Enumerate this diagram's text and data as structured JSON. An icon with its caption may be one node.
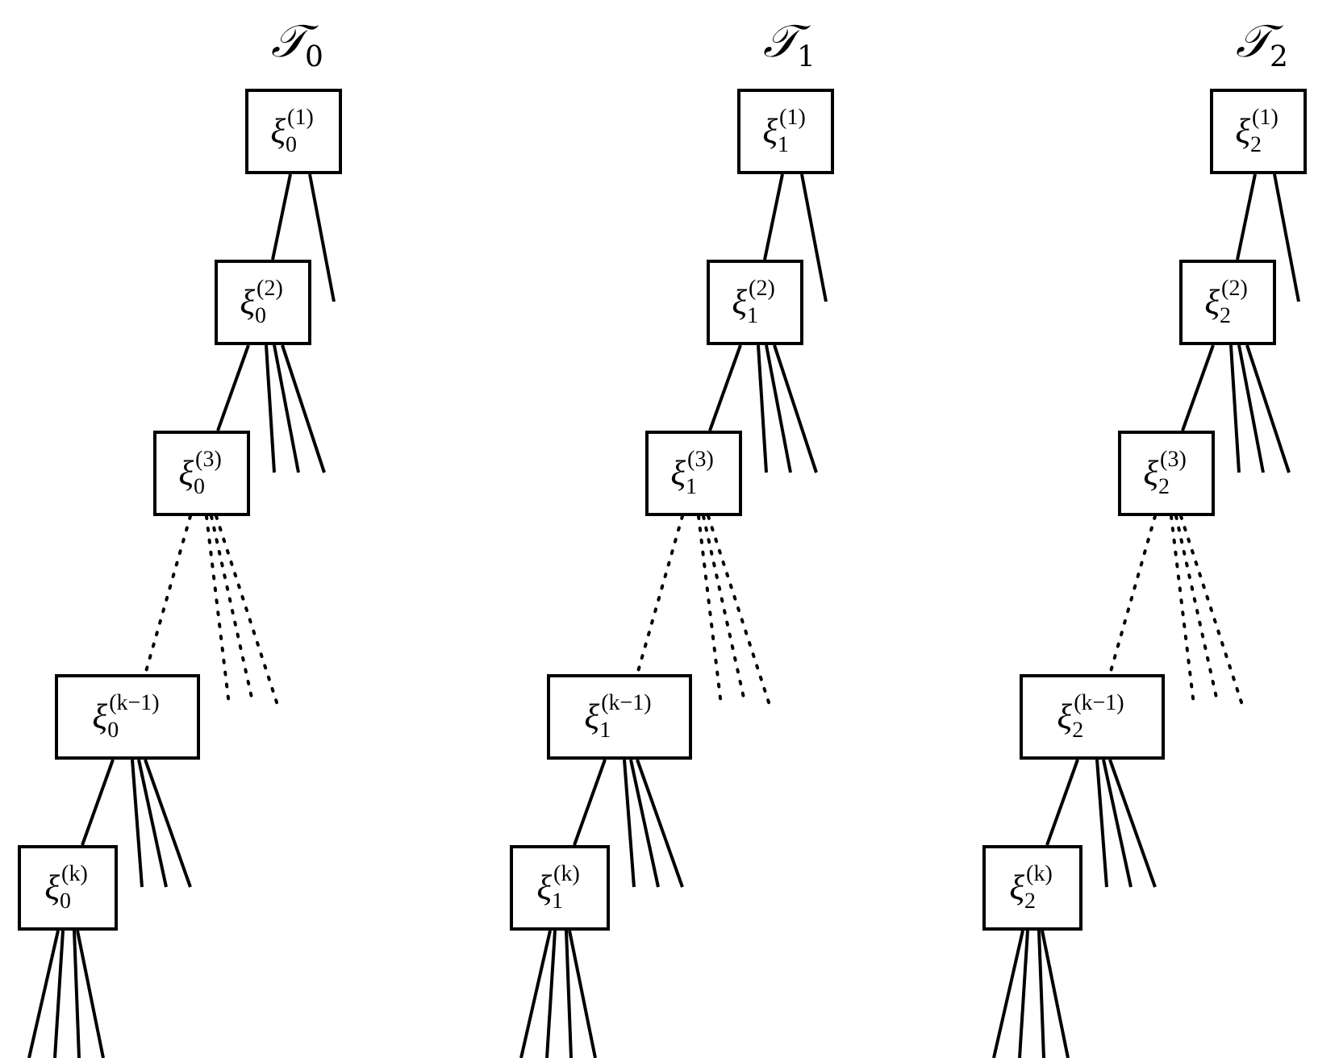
{
  "diagram": {
    "nodes": [
      {
        "text": [
          "ξ$_{0}$$^{(1)}$"
        ],
        "beside": [
          "𝒯$_{0}$"
        ]
      },
      {
        "text": [
          "ξ$_{0}$$^{(2)}$"
        ]
      },
      {
        "text": [
          "ξ$_{0}$$^{(3)}$"
        ]
      },
      {
        "text": [
          "ξ$_{0}$$^{(k−1)}$"
        ]
      },
      {
        "text": [
          "ξ$_{0}$$^{(k)}$"
        ]
      },
      {
        "text": [
          "ξ$_{1}$$^{(1)}$"
        ],
        "beside": [
          "𝒯$_{1}$"
        ]
      },
      {
        "text": [
          "ξ$_{1}$$^{(2)}$"
        ]
      },
      {
        "text": [
          "ξ$_{1}$$^{(3)}$"
        ]
      },
      {
        "text": [
          "ξ$_{1}$$^{(k−1)}$"
        ]
      },
      {
        "text": [
          "ξ$_{1}$$^{(k)}$"
        ]
      },
      {
        "text": [
          "ξ$_{2}$$^{(1)}$"
        ],
        "beside": [
          "𝒯$_{2}$"
        ]
      },
      {
        "text": [
          "ξ$_{2}$$^{(2)}$"
        ]
      },
      {
        "text": [
          "ξ$_{2}$$^{(3)}$"
        ]
      },
      {
        "text": [
          "ξ$_{2}$$^{(k−1)}$"
        ]
      },
      {
        "text": [
          "ξ$_{2}$$^{(k)}$"
        ]
      }
    ],
    "edges": [
      {
        "from": 0,
        "to": 1,
        "arrow": "none"
      },
      {
        "from": 0,
        "to": null,
        "arrow": "none"
      },
      {
        "from": 1,
        "to": 2,
        "arrow": "none"
      },
      {
        "from": 1,
        "to": null,
        "arrow": "none"
      },
      {
        "from": 1,
        "to": null,
        "arrow": "none"
      },
      {
        "from": 1,
        "to": null,
        "arrow": "none"
      },
      {
        "from": 2,
        "to": 3,
        "arrow": "none",
        "style": "dashed"
      },
      {
        "from": 2,
        "to": null,
        "arrow": "none",
        "style": "dashed"
      },
      {
        "from": 2,
        "to": null,
        "arrow": "none",
        "style": "dashed"
      },
      {
        "from": 2,
        "to": null,
        "arrow": "none",
        "style": "dashed"
      },
      {
        "from": 3,
        "to": 4,
        "arrow": "none"
      },
      {
        "from": 3,
        "to": null,
        "arrow": "none"
      },
      {
        "from": 3,
        "to": null,
        "arrow": "none"
      },
      {
        "from": 3,
        "to": null,
        "arrow": "none"
      },
      {
        "from": 4,
        "to": null,
        "arrow": "none"
      },
      {
        "from": 4,
        "to": null,
        "arrow": "none"
      },
      {
        "from": 4,
        "to": null,
        "arrow": "none"
      },
      {
        "from": 4,
        "to": null,
        "arrow": "none"
      },
      {
        "from": 5,
        "to": 6,
        "arrow": "none"
      },
      {
        "from": 5,
        "to": null,
        "arrow": "none"
      },
      {
        "from": 6,
        "to": 7,
        "arrow": "none"
      },
      {
        "from": 6,
        "to": null,
        "arrow": "none"
      },
      {
        "from": 6,
        "to": null,
        "arrow": "none"
      },
      {
        "from": 6,
        "to": null,
        "arrow": "none"
      },
      {
        "from": 7,
        "to": 8,
        "arrow": "none",
        "style": "dashed"
      },
      {
        "from": 7,
        "to": null,
        "arrow": "none",
        "style": "dashed"
      },
      {
        "from": 7,
        "to": null,
        "arrow": "none",
        "style": "dashed"
      },
      {
        "from": 7,
        "to": null,
        "arrow": "none",
        "style": "dashed"
      },
      {
        "from": 8,
        "to": 9,
        "arrow": "none"
      },
      {
        "from": 8,
        "to": null,
        "arrow": "none"
      },
      {
        "from": 8,
        "to": null,
        "arrow": "none"
      },
      {
        "from": 8,
        "to": null,
        "arrow": "none"
      },
      {
        "from": 9,
        "to": null,
        "arrow": "none"
      },
      {
        "from": 9,
        "to": null,
        "arrow": "none"
      },
      {
        "from": 9,
        "to": null,
        "arrow": "none"
      },
      {
        "from": 9,
        "to": null,
        "arrow": "none"
      },
      {
        "from": 10,
        "to": 11,
        "arrow": "none"
      },
      {
        "from": 10,
        "to": null,
        "arrow": "none"
      },
      {
        "from": 11,
        "to": 12,
        "arrow": "none"
      },
      {
        "from": 11,
        "to": null,
        "arrow": "none"
      },
      {
        "from": 11,
        "to": null,
        "arrow": "none"
      },
      {
        "from": 11,
        "to": null,
        "arrow": "none"
      },
      {
        "from": 12,
        "to": 13,
        "arrow": "none",
        "style": "dashed"
      },
      {
        "from": 12,
        "to": null,
        "arrow": "none",
        "style": "dashed"
      },
      {
        "from": 12,
        "to": null,
        "arrow": "none",
        "style": "dashed"
      },
      {
        "from": 12,
        "to": null,
        "arrow": "none",
        "style": "dashed"
      },
      {
        "from": 13,
        "to": 14,
        "arrow": "none"
      },
      {
        "from": 13,
        "to": null,
        "arrow": "none"
      },
      {
        "from": 13,
        "to": null,
        "arrow": "none"
      },
      {
        "from": 13,
        "to": null,
        "arrow": "none"
      },
      {
        "from": 14,
        "to": null,
        "arrow": "none"
      },
      {
        "from": 14,
        "to": null,
        "arrow": "none"
      },
      {
        "from": 14,
        "to": null,
        "arrow": "none"
      },
      {
        "from": 14,
        "to": null,
        "arrow": "none"
      }
    ]
  }
}
